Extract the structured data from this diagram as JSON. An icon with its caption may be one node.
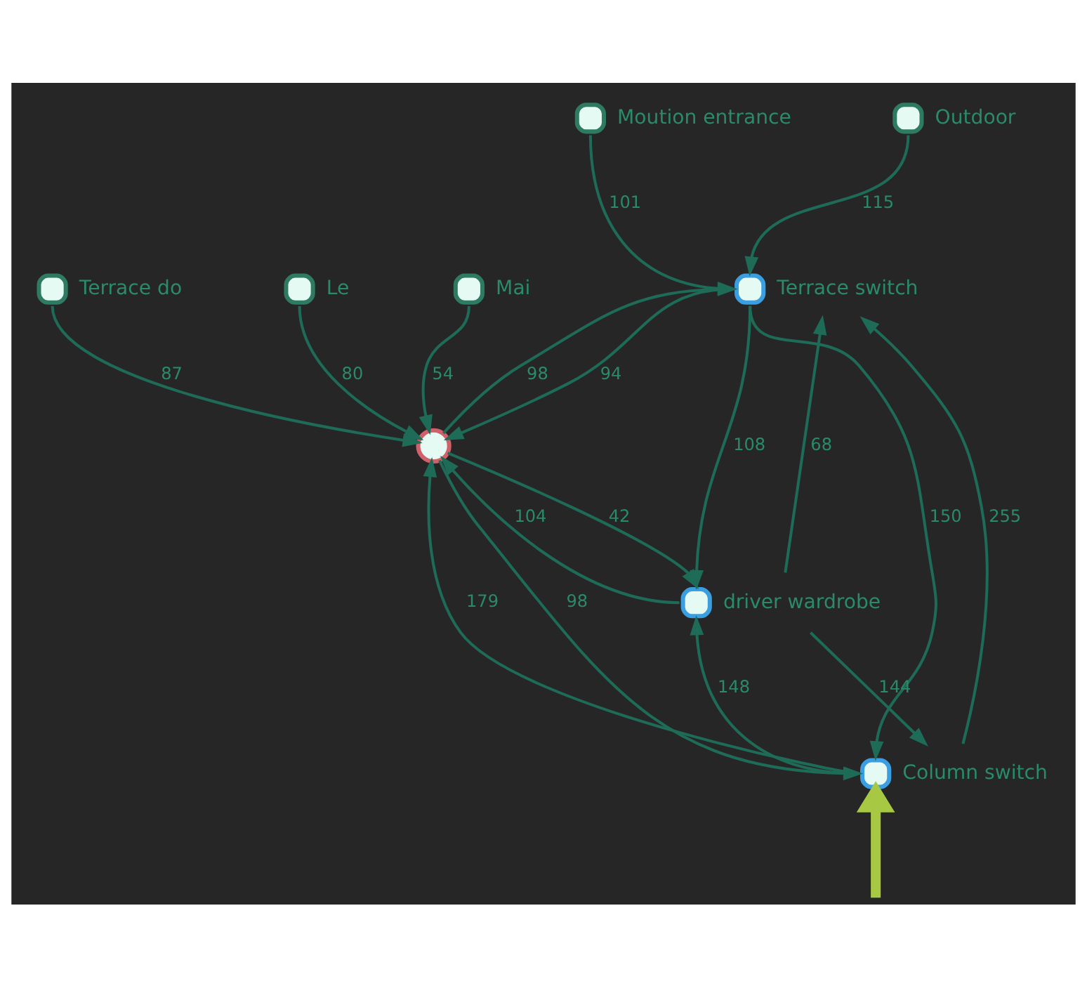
{
  "diagram": {
    "nodes": [
      {
        "text": [
          "Moution entrance"
        ]
      },
      {
        "text": [
          "Outdoor"
        ]
      },
      {
        "text": [
          "Mai"
        ]
      },
      {
        "text": [
          "Terrace switch"
        ]
      },
      {
        "text": [],
        "shape": "circle"
      },
      {
        "text": [
          "Terrace do"
        ]
      },
      {
        "text": [
          "Column switch"
        ]
      },
      {
        "text": [
          "Le"
        ]
      },
      {
        "text": [
          "driver wardrobe"
        ]
      }
    ],
    "edges": [
      {
        "from": 0,
        "to": 3,
        "arrow": "to",
        "label": "101"
      },
      {
        "from": 1,
        "to": 3,
        "arrow": "to",
        "label": "115"
      },
      {
        "from": 2,
        "to": 4,
        "arrow": "to",
        "label": "54"
      },
      {
        "from": 3,
        "to": 4,
        "arrow": "to",
        "label": "94"
      },
      {
        "from": 4,
        "to": 3,
        "arrow": "to",
        "label": "98"
      },
      {
        "from": 3,
        "to": 6,
        "arrow": "to",
        "label": "150"
      },
      {
        "from": 6,
        "to": 3,
        "arrow": "to",
        "label": "255"
      },
      {
        "from": 4,
        "to": 6,
        "arrow": "to",
        "label": "98"
      },
      {
        "from": 6,
        "to": 4,
        "arrow": "to",
        "label": "179"
      },
      {
        "from": 5,
        "to": 4,
        "arrow": "to",
        "label": "87"
      },
      {
        "from": 3,
        "to": 8,
        "arrow": "to",
        "label": "108"
      },
      {
        "from": 8,
        "to": 3,
        "arrow": "to",
        "label": "68"
      },
      {
        "from": 6,
        "to": 8,
        "arrow": "to",
        "label": "148"
      },
      {
        "from": 8,
        "to": 6,
        "arrow": "to",
        "label": "144"
      },
      {
        "from": 4,
        "to": 8,
        "arrow": "to",
        "label": "42"
      },
      {
        "from": 8,
        "to": 4,
        "arrow": "to",
        "label": "104"
      },
      {
        "from": 7,
        "to": 4,
        "arrow": "to",
        "label": "80"
      },
      {
        "from": null,
        "to": 6,
        "arrow": "to",
        "style": "thick",
        "color": "#a6c843"
      }
    ]
  }
}
